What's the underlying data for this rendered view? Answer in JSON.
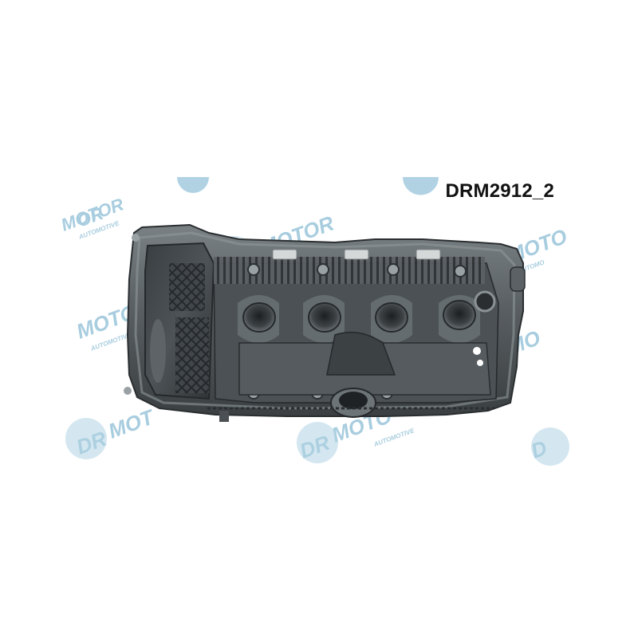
{
  "product": {
    "code": "DRM2912_2",
    "subject": "valve-cover"
  },
  "watermark": {
    "brand_word": "DR.MOTOR",
    "sub_word": "AUTOMOTIVE",
    "accent_color": "#9fc8dc"
  },
  "colors": {
    "background": "#ffffff",
    "cover_light": "#6f7679",
    "cover_mid": "#4a5053",
    "cover_dark": "#25292b",
    "text": "#111111"
  }
}
